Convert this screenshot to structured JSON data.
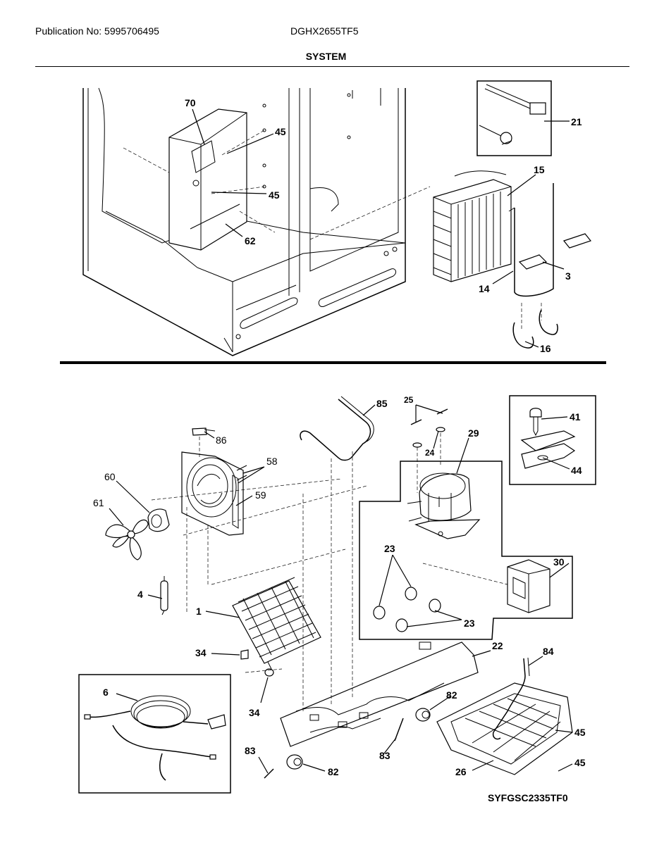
{
  "header": {
    "publication": "Publication No: 5995706495",
    "model": "DGHX2655TF5",
    "section_title": "SYSTEM"
  },
  "diagram_code": "SYFGSC2335TF0",
  "callouts": {
    "p70": "70",
    "p45a": "45",
    "p45b": "45",
    "p62": "62",
    "p21": "21",
    "p15": "15",
    "p3": "3",
    "p14": "14",
    "p16": "16",
    "p85": "85",
    "p25": "25",
    "p24": "24",
    "p29": "29",
    "p41": "41",
    "p44": "44",
    "p86": "86",
    "p58": "58",
    "p60": "60",
    "p59": "59",
    "p61": "61",
    "p4": "4",
    "p23a": "23",
    "p23b": "23",
    "p30": "30",
    "p1": "1",
    "p34a": "34",
    "p34b": "34",
    "p22": "22",
    "p84": "84",
    "p6": "6",
    "p82a": "82",
    "p82b": "82",
    "p83a": "83",
    "p83b": "83",
    "p45c": "45",
    "p45d": "45",
    "p26": "26"
  }
}
